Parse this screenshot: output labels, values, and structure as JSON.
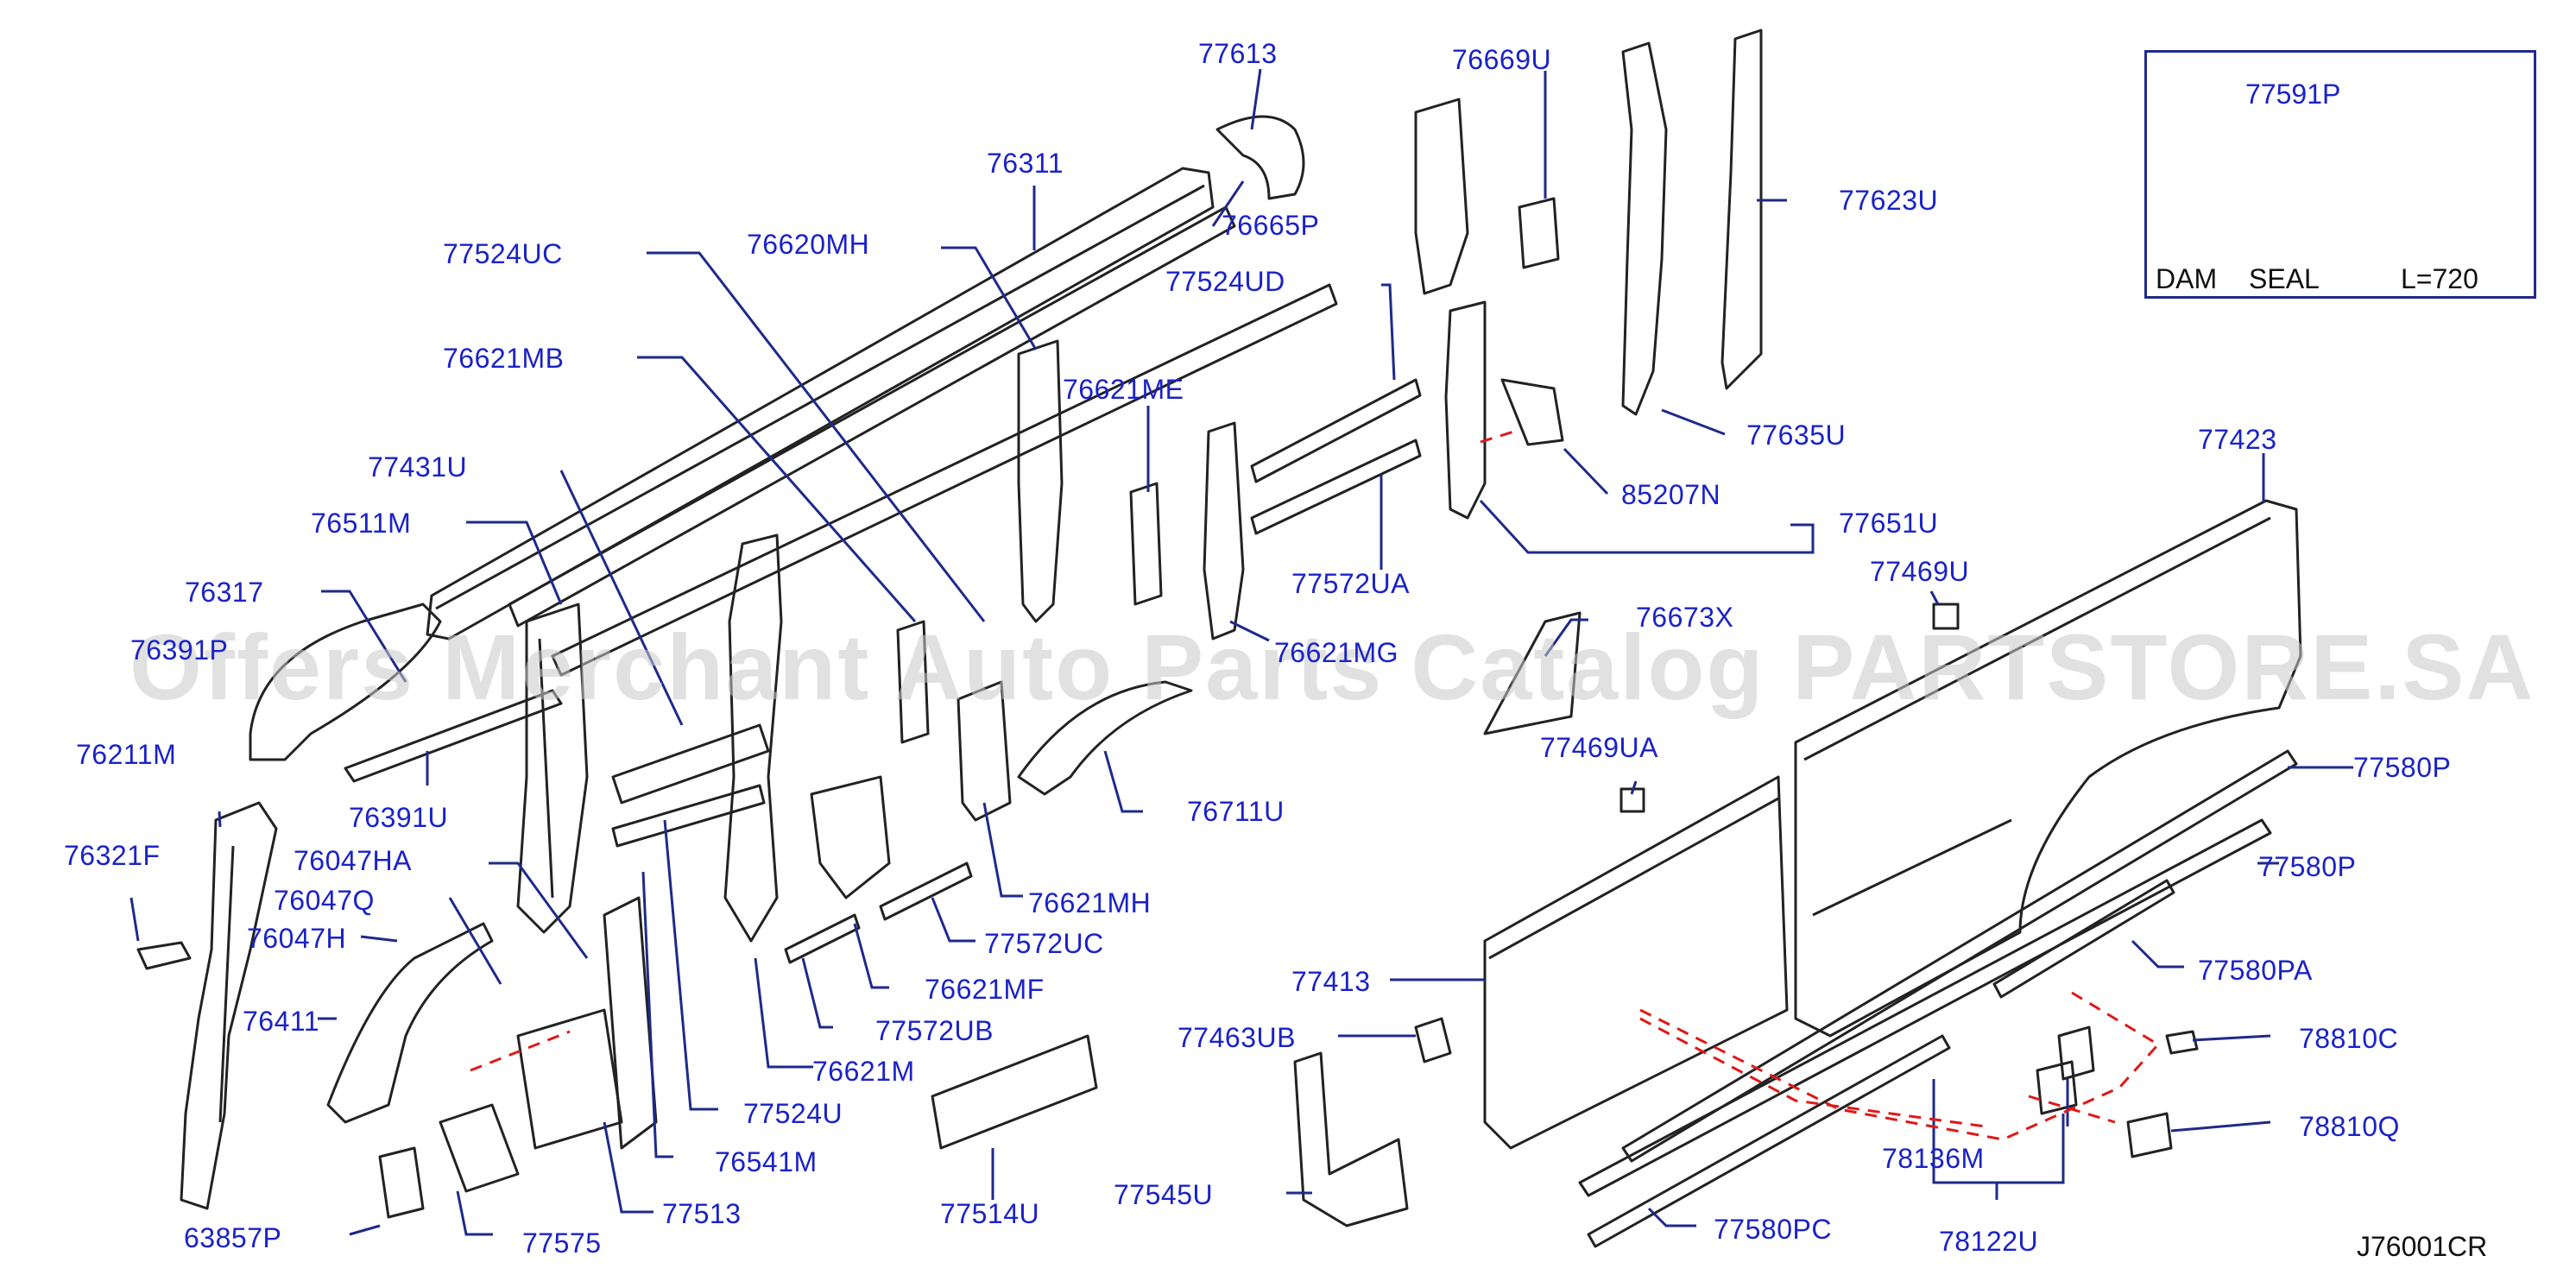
{
  "labels": {
    "p77613": "77613",
    "p76669U": "76669U",
    "p76311": "76311",
    "p76665P": "76665P",
    "p77623U": "77623U",
    "p77524UC": "77524UC",
    "p76620MH": "76620MH",
    "p77524UD": "77524UD",
    "p76621MB": "76621MB",
    "p76621ME": "76621ME",
    "p77635U": "77635U",
    "p85207N": "85207N",
    "p77651U": "77651U",
    "p77431U": "77431U",
    "p76511M": "76511M",
    "p77572UA": "77572UA",
    "p77469U": "77469U",
    "p76317": "76317",
    "p76391P": "76391P",
    "p76621MG": "76621MG",
    "p76673X": "76673X",
    "p77423": "77423",
    "p76211M": "76211M",
    "p76391U": "76391U",
    "p76711U": "76711U",
    "p77469UA": "77469UA",
    "p77580P_a": "77580P",
    "p76321F": "76321F",
    "p76047HA": "76047HA",
    "p76047Q": "76047Q",
    "p76621MH_b": "76621MH",
    "p77580P_b": "77580P",
    "p76047H": "76047H",
    "p77572UC": "77572UC",
    "p76621MF": "76621MF",
    "p77413": "77413",
    "p77580PA": "77580PA",
    "p76411": "76411",
    "p77572UB": "77572UB",
    "p77463UB": "77463UB",
    "p78810C": "78810C",
    "p76621M": "76621M",
    "p77524U": "77524U",
    "p78810Q": "78810Q",
    "p78136M": "78136M",
    "p76541M": "76541M",
    "p63857P": "63857P",
    "p77575": "77575",
    "p77513": "77513",
    "p77514U": "77514U",
    "p77545U": "77545U",
    "p77580PC": "77580PC",
    "p78122U": "78122U"
  },
  "inset": {
    "part": "77591P",
    "name_a": "DAM",
    "name_b": "SEAL",
    "length": "L=720"
  },
  "diagram_code": "J76001CR",
  "watermark": "Offers Merchant Auto Parts Catalog PARTSTORE.SA",
  "colors": {
    "label": "#1a22c8",
    "leader": "#1e2a8a",
    "dashed": "#e01818",
    "outline": "#222222"
  }
}
